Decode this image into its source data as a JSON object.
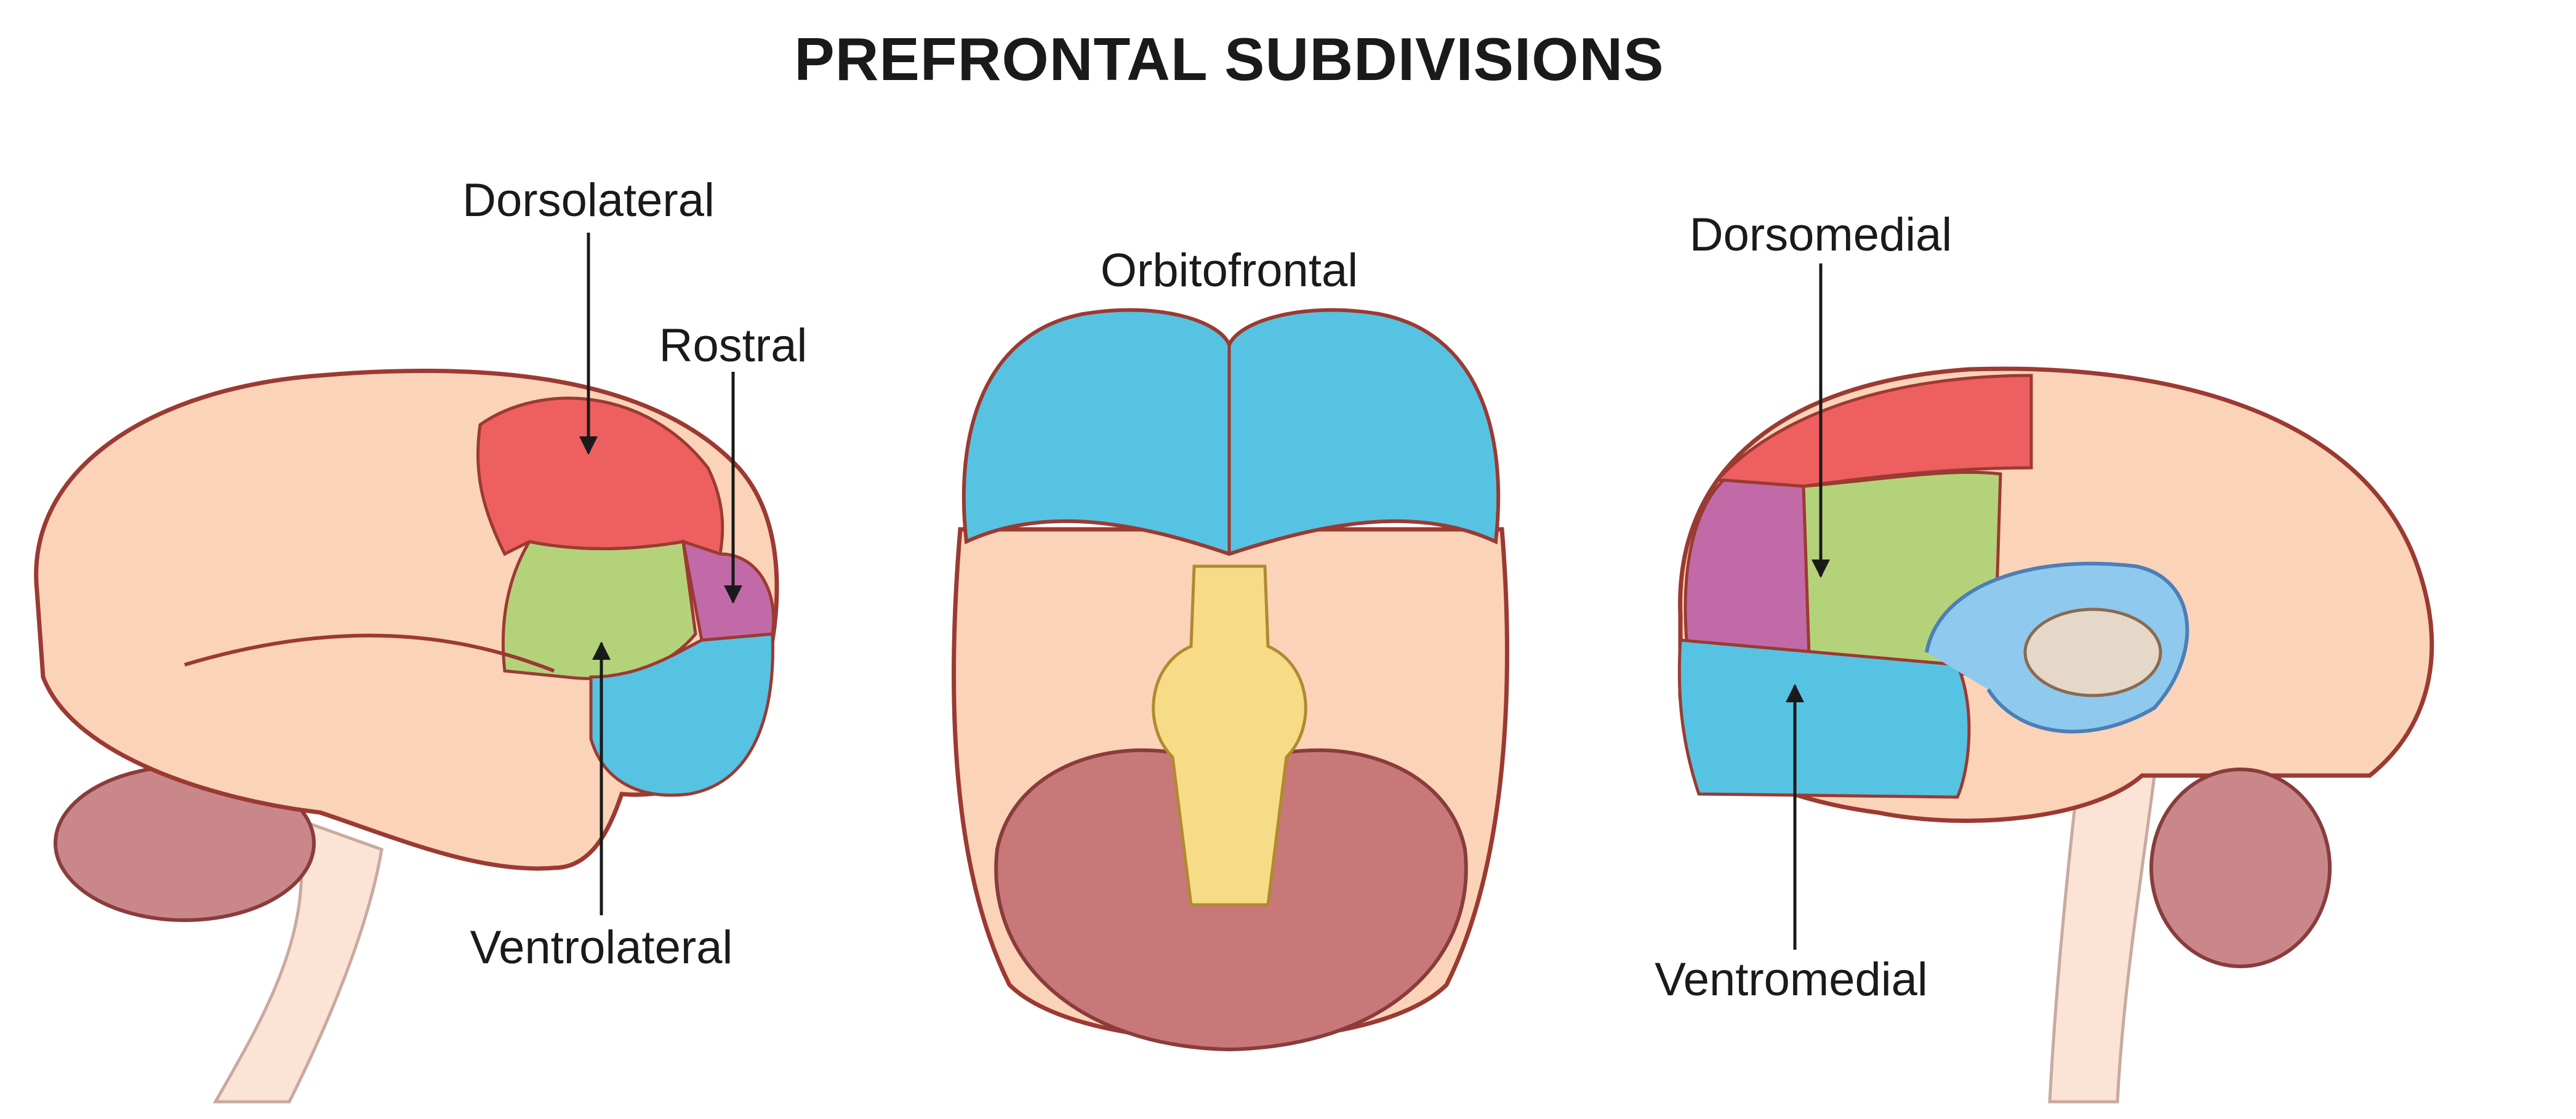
{
  "title": "PREFRONTAL SUBDIVISIONS",
  "labels": {
    "dorsolateral": "Dorsolateral",
    "rostral": "Rostral",
    "ventrolateral": "Ventrolateral",
    "orbitofrontal": "Orbitofrontal",
    "dorsomedial": "Dorsomedial",
    "ventromedial": "Ventromedial"
  },
  "colors": {
    "cortex": "#fbd3b8",
    "outline": "#9b3a32",
    "dorsolateral": "#ee5f5f",
    "ventrolateral": "#b4d27a",
    "rostral": "#c26aa8",
    "orbital": "#56c3e2",
    "cerebellum": "#c9787a",
    "brainstem": "#f6dc86"
  }
}
